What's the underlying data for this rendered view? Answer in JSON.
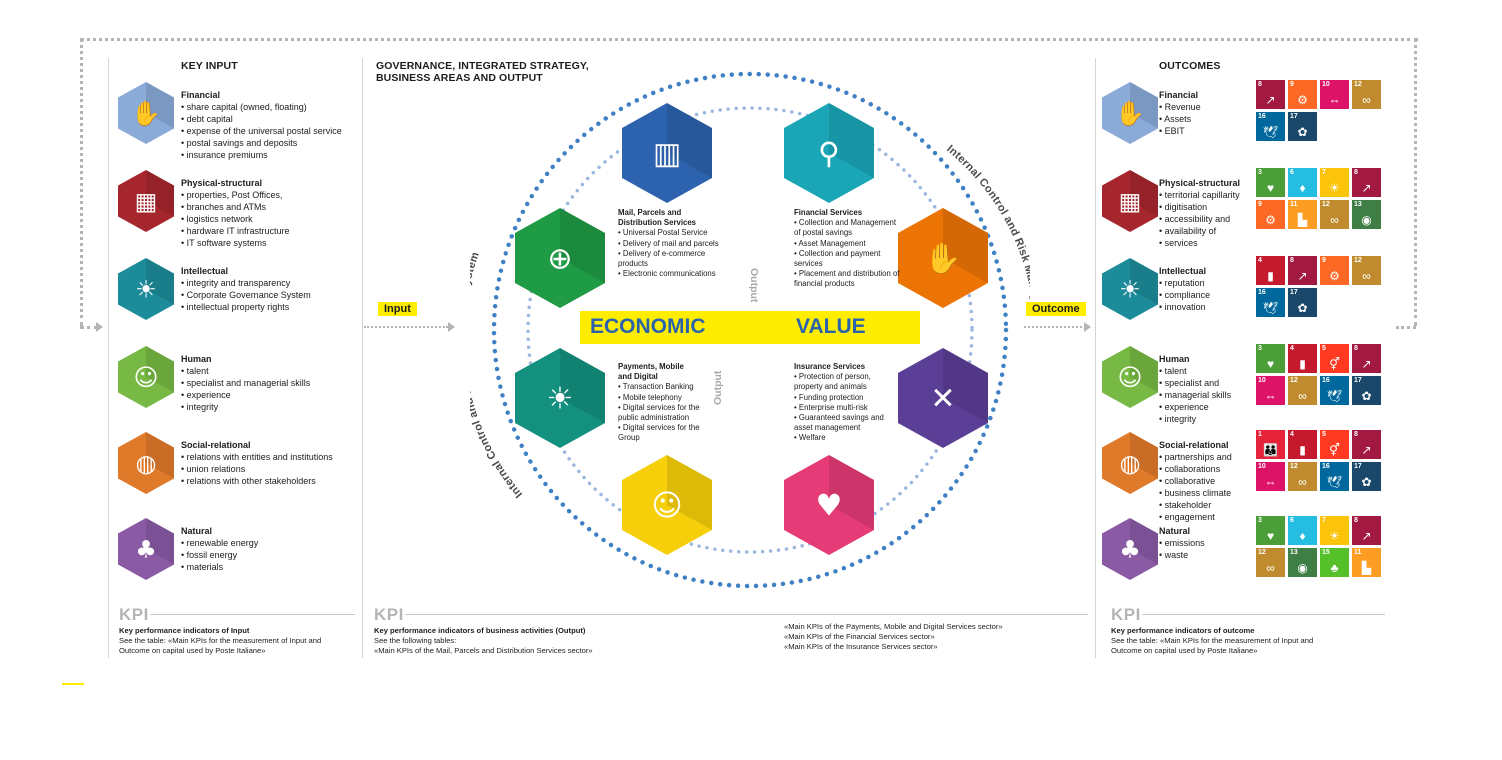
{
  "key_input": {
    "title": "KEY INPUT",
    "items": [
      {
        "title": "Financial",
        "bullets": [
          "share capital (owned, floating)",
          "debt capital",
          "expense of the universal postal service",
          "postal savings and deposits",
          "insurance premiums"
        ],
        "color": "#8aaad8",
        "icon": "money-hand-icon"
      },
      {
        "title": "Physical-structural",
        "bullets": [
          "properties, Post Offices,",
          "branches and ATMs",
          "logistics network",
          "hardware IT infrastructure",
          "IT software systems"
        ],
        "color": "#a6262e",
        "icon": "building-icon"
      },
      {
        "title": "Intellectual",
        "bullets": [
          "integrity and transparency",
          "Corporate Governance System",
          "intellectual property rights"
        ],
        "color": "#1d8c9a",
        "icon": "lightbulb-head-icon"
      },
      {
        "title": "Human",
        "bullets": [
          "talent",
          "specialist and managerial skills",
          "experience",
          "integrity"
        ],
        "color": "#78b945",
        "icon": "people-icon"
      },
      {
        "title": "Social-relational",
        "bullets": [
          "relations with entities and institutions",
          "union relations",
          "relations with other stakeholders"
        ],
        "color": "#e07a2b",
        "icon": "globe-icon"
      },
      {
        "title": "Natural",
        "bullets": [
          "renewable energy",
          "fossil energy",
          "materials"
        ],
        "color": "#8a5aa5",
        "icon": "tree-icon"
      }
    ]
  },
  "governance": {
    "title_line1": "GOVERNANCE, INTEGRATED STRATEGY,",
    "title_line2": "BUSINESS AREAS AND OUTPUT",
    "input_tag": "Input",
    "outcome_tag": "Outcome",
    "economic": "ECONOMIC",
    "value": "VALUE",
    "output_label": "Output",
    "circle_label": "Internal Control and Risk Management System",
    "services": [
      {
        "title_lines": [
          "Mail, Parcels and",
          "Distribution Services"
        ],
        "bullets": [
          "Universal Postal Service",
          "Delivery of mail and parcels",
          "Delivery of e-commerce products",
          "Electronic communications"
        ]
      },
      {
        "title_lines": [
          "Financial Services"
        ],
        "bullets": [
          "Collection and Management of postal savings",
          "Asset Management",
          "Collection and payment services",
          "Placement and distribution of financial products"
        ]
      },
      {
        "title_lines": [
          "Payments, Mobile",
          "and Digital"
        ],
        "bullets": [
          "Transaction Banking",
          "Mobile telephony",
          "Digital services for the public administration",
          "Digital services for the Group"
        ]
      },
      {
        "title_lines": [
          "Insurance Services"
        ],
        "bullets": [
          "Protection of person, property and animals",
          "Funding protection",
          "Enterprise multi-risk",
          "Guaranteed savings and asset management",
          "Welfare"
        ]
      }
    ],
    "hexes": [
      {
        "color": "#2d63ae",
        "icon": "chart-heart-icon"
      },
      {
        "color": "#1aa6b7",
        "icon": "handshake-search-icon"
      },
      {
        "color": "#1f9a45",
        "icon": "globe-network-icon"
      },
      {
        "color": "#ec7405",
        "icon": "hand-coins-icon"
      },
      {
        "color": "#14907f",
        "icon": "lightbulb-icon"
      },
      {
        "color": "#5b3e95",
        "icon": "shield-hands-icon"
      },
      {
        "color": "#f6cf0a",
        "icon": "smiley-plus-icon"
      },
      {
        "color": "#e53b77",
        "icon": "hand-heart-icon"
      }
    ]
  },
  "outcomes": {
    "title": "OUTCOMES",
    "items": [
      {
        "title": "Financial",
        "bullets": [
          "Revenue",
          "Assets",
          "EBIT"
        ],
        "color": "#8aaad8",
        "icon": "money-hand-icon",
        "sdgs": [
          8,
          9,
          10,
          12,
          16,
          17
        ]
      },
      {
        "title": "Physical-structural",
        "bullets": [
          "territorial capillarity",
          "digitisation",
          "accessibility and",
          "availability of",
          "services"
        ],
        "color": "#a6262e",
        "icon": "building-icon",
        "sdgs": [
          3,
          6,
          7,
          8,
          9,
          11,
          12,
          13
        ]
      },
      {
        "title": "Intellectual",
        "bullets": [
          "reputation",
          "compliance",
          "innovation"
        ],
        "color": "#1d8c9a",
        "icon": "lightbulb-head-icon",
        "sdgs": [
          4,
          8,
          9,
          12,
          16,
          17
        ]
      },
      {
        "title": "Human",
        "bullets": [
          "talent",
          "specialist and",
          "managerial skills",
          "experience",
          "integrity"
        ],
        "color": "#78b945",
        "icon": "people-icon",
        "sdgs": [
          3,
          4,
          5,
          8,
          10,
          12,
          16,
          17
        ]
      },
      {
        "title": "Social-relational",
        "bullets": [
          "partnerships and",
          "collaborations",
          "collaborative",
          "business climate",
          "stakeholder",
          "engagement"
        ],
        "color": "#e07a2b",
        "icon": "globe-icon",
        "sdgs": [
          1,
          4,
          5,
          8,
          10,
          12,
          16,
          17
        ]
      },
      {
        "title": "Natural",
        "bullets": [
          "emissions",
          "waste"
        ],
        "color": "#8a5aa5",
        "icon": "tree-icon",
        "sdgs": [
          3,
          6,
          7,
          8,
          12,
          13,
          15,
          11
        ]
      }
    ]
  },
  "sdg_colors": {
    "1": "#e5243b",
    "3": "#4c9f38",
    "4": "#c5192d",
    "5": "#ff3a21",
    "6": "#26bde2",
    "7": "#fcc30b",
    "8": "#a21942",
    "9": "#fd6925",
    "10": "#dd1367",
    "11": "#fd9d24",
    "12": "#bf8b2e",
    "13": "#3f7e44",
    "15": "#56c02b",
    "16": "#00689d",
    "17": "#19486a"
  },
  "kpi": {
    "label": "KPI",
    "input_title": "Key performance indicators of Input",
    "input_l1": "See the table: «Main KPIs for the measurement of Input and",
    "input_l2": "Outcome on capital used by Poste Italiane»",
    "output_title": "Key performance indicators of business activities (Output)",
    "output_l1": "See the following tables:",
    "output_l2": "«Main KPIs of the Mail, Parcels and Distribution Services sector»",
    "output_r1": "«Main KPIs of the Payments, Mobile and Digital Services sector»",
    "output_r2": "«Main KPIs of the Financial Services sector»",
    "output_r3": "«Main KPIs of the Insurance Services sector»",
    "outcome_title": "Key performance indicators of outcome",
    "outcome_l1": "See the table: «Main KPIs for the measurement of Input and",
    "outcome_l2": "Outcome on capital used by Poste Italiane»"
  }
}
